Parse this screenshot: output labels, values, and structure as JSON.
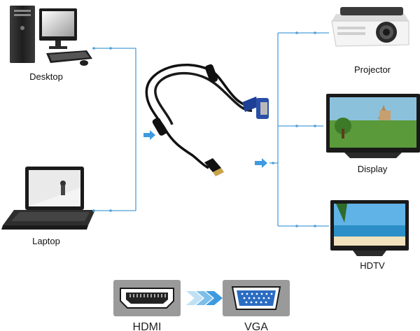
{
  "devices": {
    "desktop": "Desktop",
    "laptop": "Laptop",
    "projector": "Projector",
    "display": "Display",
    "hdtv": "HDTV"
  },
  "connectors": {
    "hdmi": "HDMI",
    "vga": "VGA"
  },
  "colors": {
    "connector_line": "#4a9fd8",
    "arrow": "#3d9ae0",
    "cable": "#111111",
    "vga_plug": "#2a4fa8",
    "connector_box": "#9a9a9a"
  }
}
